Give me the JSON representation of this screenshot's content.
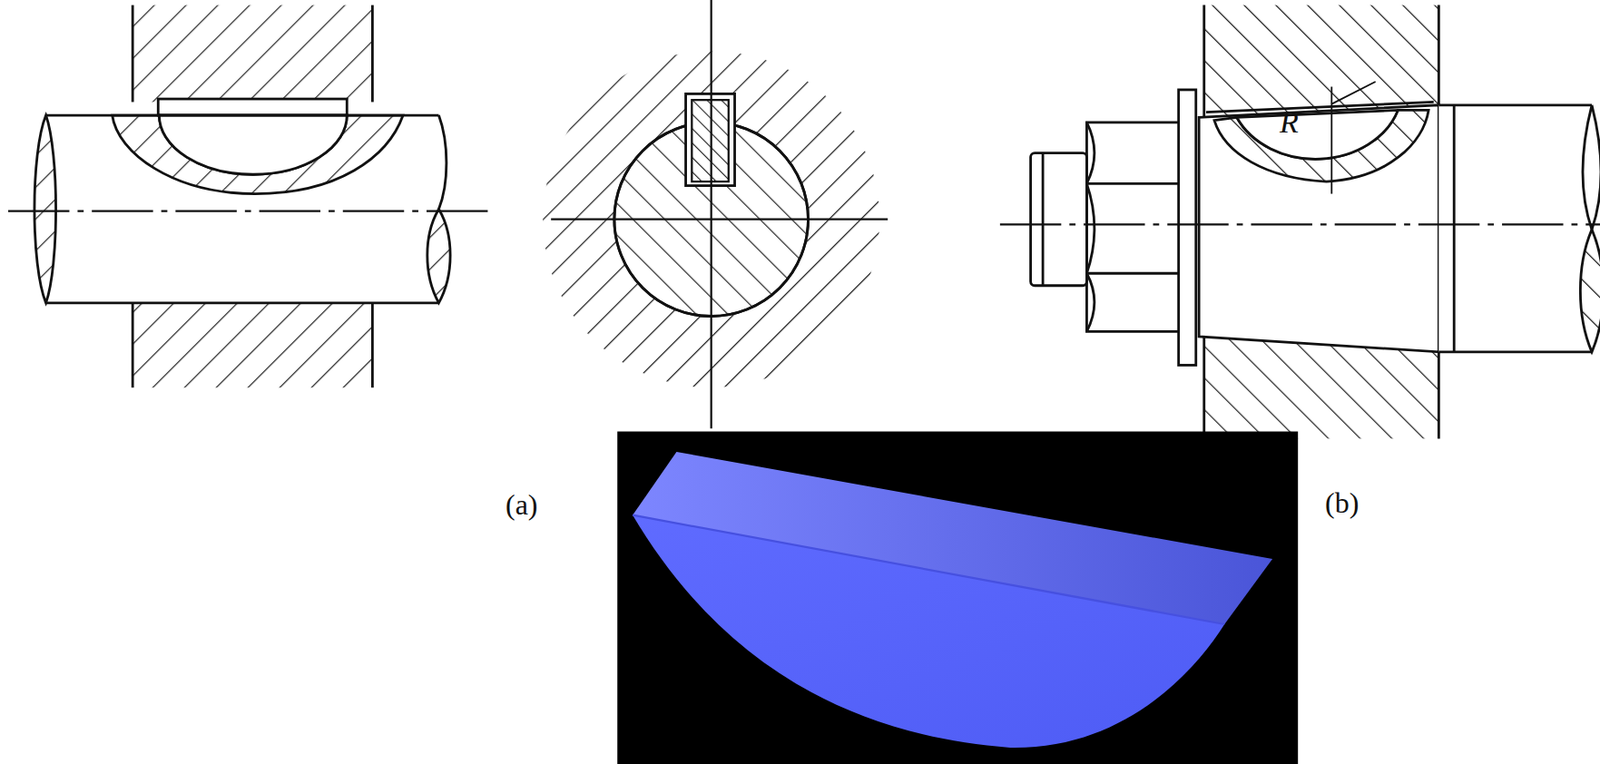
{
  "diagram": {
    "labels": [
      "(a)",
      "(b)",
      "R"
    ]
  }
}
